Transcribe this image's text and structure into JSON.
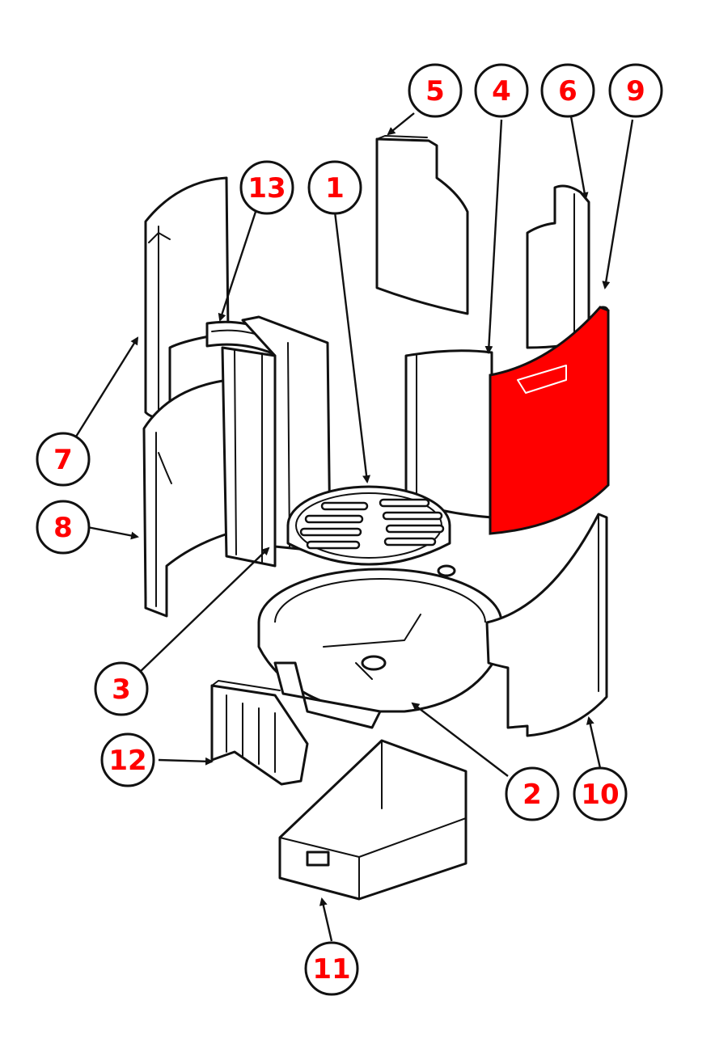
{
  "highlight_color": "#ff0000",
  "callouts": [
    {
      "id": "1",
      "label": "1"
    },
    {
      "id": "2",
      "label": "2"
    },
    {
      "id": "3",
      "label": "3"
    },
    {
      "id": "4",
      "label": "4"
    },
    {
      "id": "5",
      "label": "5"
    },
    {
      "id": "6",
      "label": "6"
    },
    {
      "id": "7",
      "label": "7"
    },
    {
      "id": "8",
      "label": "8"
    },
    {
      "id": "9",
      "label": "9"
    },
    {
      "id": "10",
      "label": "10"
    },
    {
      "id": "11",
      "label": "11"
    },
    {
      "id": "12",
      "label": "12"
    },
    {
      "id": "13",
      "label": "13"
    }
  ],
  "highlighted_part": "9"
}
